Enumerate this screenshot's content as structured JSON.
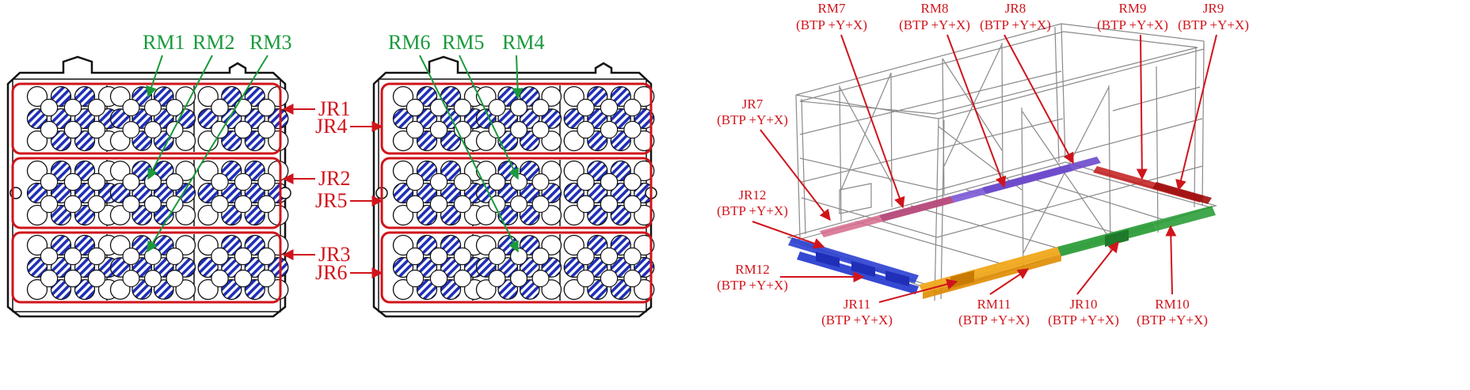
{
  "colors": {
    "green": "#1a9a3c",
    "red": "#d0141b",
    "hatch": "#1f2fb8",
    "frame": "#111111",
    "wire": "#8a8a8a",
    "blue_pad": "#2a3fd1",
    "purple_pad": "#7b5ad6",
    "pink_pad": "#d56a8c",
    "orange_pad": "#f0a81c",
    "green_pad": "#2e9e3a",
    "dark_red_pad": "#c21a1a"
  },
  "panel_left": {
    "rm_labels": [
      "RM1",
      "RM2",
      "RM3"
    ],
    "jr_labels": [
      "JR1",
      "JR2",
      "JR3"
    ]
  },
  "panel_middle": {
    "rm_labels": [
      "RM6",
      "RM5",
      "RM4"
    ],
    "jr_labels": [
      "JR4",
      "JR5",
      "JR6"
    ]
  },
  "panel_3d": {
    "labels": [
      {
        "name": "RM7",
        "sub": "(BTP +Y+X)"
      },
      {
        "name": "RM8",
        "sub": "(BTP +Y+X)"
      },
      {
        "name": "JR8",
        "sub": "(BTP +Y+X)"
      },
      {
        "name": "RM9",
        "sub": "(BTP +Y+X)"
      },
      {
        "name": "JR9",
        "sub": "(BTP +Y+X)"
      },
      {
        "name": "JR7",
        "sub": "(BTP +Y+X)"
      },
      {
        "name": "JR12",
        "sub": "(BTP +Y+X)"
      },
      {
        "name": "RM12",
        "sub": "(BTP +Y+X)"
      },
      {
        "name": "JR11",
        "sub": "(BTP +Y+X)"
      },
      {
        "name": "RM11",
        "sub": "(BTP +Y+X)"
      },
      {
        "name": "JR10",
        "sub": "(BTP +Y+X)"
      },
      {
        "name": "RM10",
        "sub": "(BTP +Y+X)"
      }
    ]
  }
}
